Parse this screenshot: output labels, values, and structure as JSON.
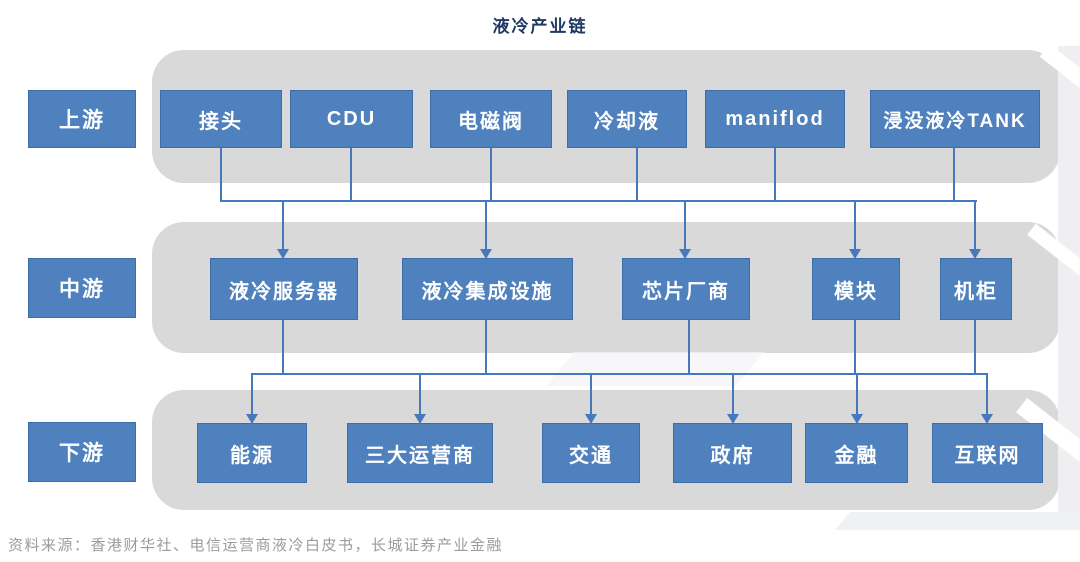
{
  "title": "液冷产业链",
  "tiers": [
    {
      "name": "上游",
      "items": [
        "接头",
        "CDU",
        "电磁阀",
        "冷却液",
        "maniflod",
        "浸没液冷TANK"
      ]
    },
    {
      "name": "中游",
      "items": [
        "液冷服务器",
        "液冷集成设施",
        "芯片厂商",
        "模块",
        "机柜"
      ]
    },
    {
      "name": "下游",
      "items": [
        "能源",
        "三大运营商",
        "交通",
        "政府",
        "金融",
        "互联网"
      ]
    }
  ],
  "source": "资料来源：香港财华社、电信运营商液冷白皮书，长城证券产业金融",
  "colors": {
    "node_blue": "#4E81BD",
    "band_gray": "#D9D9D9",
    "connector_blue": "#4678BE",
    "title_navy": "#1F3A63",
    "source_gray": "#9C9C9C"
  }
}
